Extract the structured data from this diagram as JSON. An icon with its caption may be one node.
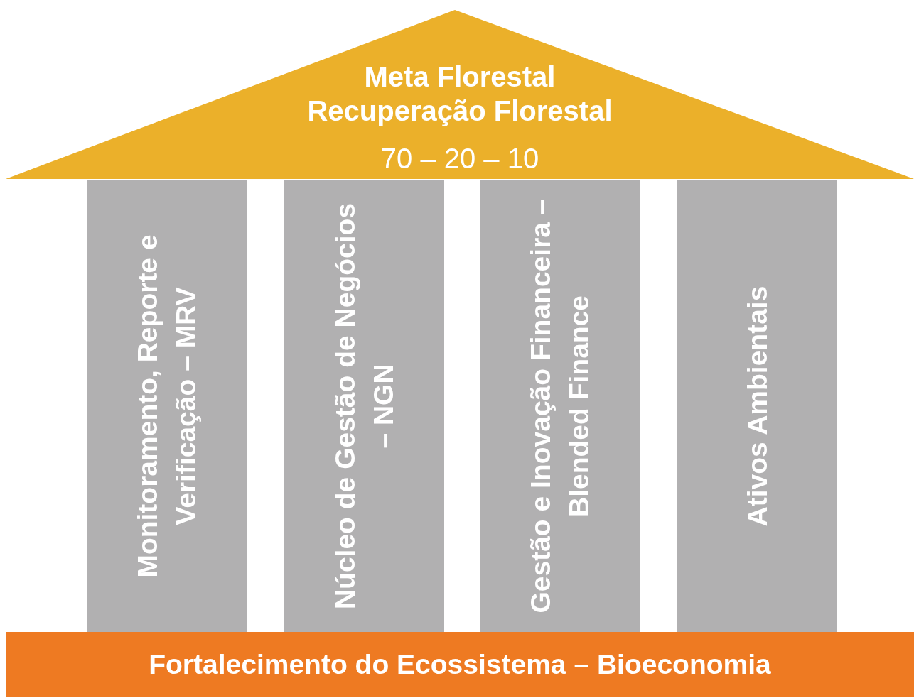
{
  "diagram": {
    "nodes": [
      {
        "text": [
          "Meta Florestal Recuperação Florestal",
          "70  – 20 – 10"
        ]
      },
      {
        "text": [
          "Monitoramento, Reporte e Verificação – MRV"
        ]
      },
      {
        "text": [
          "Núcleo de Gestão de Negócios – NGN"
        ]
      },
      {
        "text": [
          "Gestão e Inovação Financeira – Blended Finance"
        ]
      },
      {
        "text": [
          "Ativos Ambientais"
        ]
      },
      {
        "text": [
          "Fortalecimento do Ecossistema – Bioeconomia"
        ]
      }
    ]
  }
}
